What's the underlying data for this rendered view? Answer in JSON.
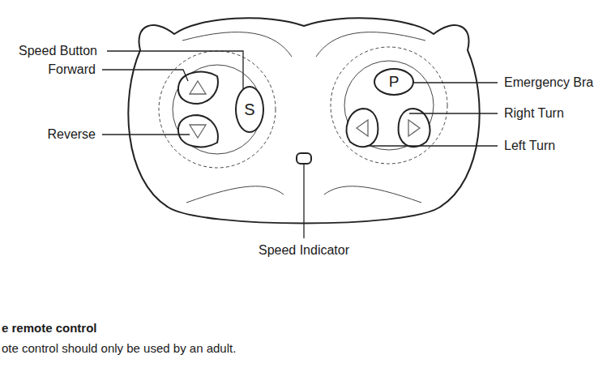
{
  "diagram": {
    "nodes": [
      {
        "text": [
          "S"
        ]
      },
      {
        "text": [
          "P"
        ]
      }
    ],
    "labels": [
      "Speed Button",
      "Forward",
      "Reverse",
      "Emergency Bra",
      "Right Turn",
      "Left Turn",
      "Speed Indicator",
      "e remote control",
      "ote control should only be used by an adult."
    ]
  }
}
